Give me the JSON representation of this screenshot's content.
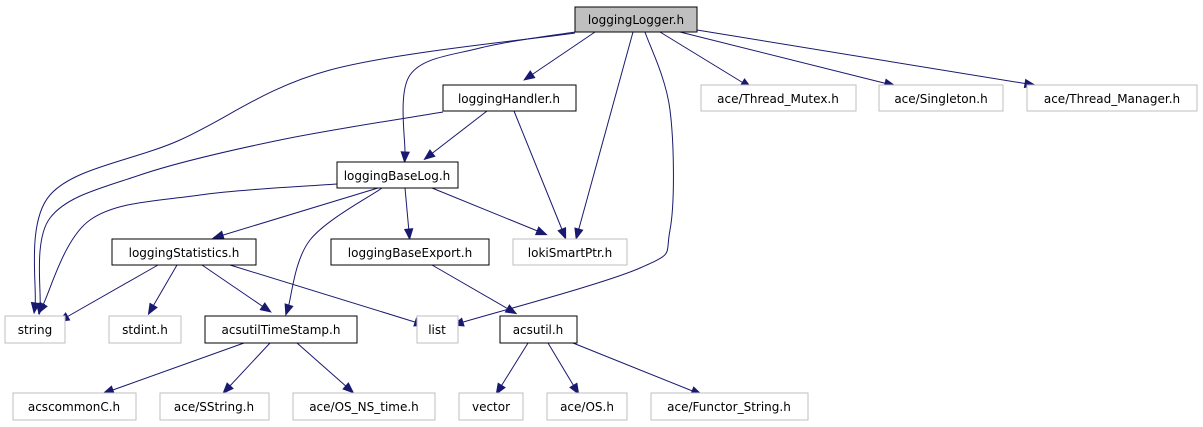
{
  "diagram": {
    "type": "include-dependency-graph",
    "colors": {
      "edge": "#191970",
      "root_fill": "#bfbfbf",
      "root_border": "#000000",
      "documented_border": "#000000",
      "external_border": "#bfbfbf",
      "node_fill": "#ffffff"
    },
    "nodes": [
      {
        "id": "loggingLogger",
        "label": "loggingLogger.h",
        "kind": "root"
      },
      {
        "id": "loggingHandler",
        "label": "loggingHandler.h",
        "kind": "documented"
      },
      {
        "id": "aceThreadMutex",
        "label": "ace/Thread_Mutex.h",
        "kind": "external"
      },
      {
        "id": "aceSingleton",
        "label": "ace/Singleton.h",
        "kind": "external"
      },
      {
        "id": "aceThreadManager",
        "label": "ace/Thread_Manager.h",
        "kind": "external"
      },
      {
        "id": "loggingBaseLog",
        "label": "loggingBaseLog.h",
        "kind": "documented"
      },
      {
        "id": "loggingStatistics",
        "label": "loggingStatistics.h",
        "kind": "documented"
      },
      {
        "id": "loggingBaseExport",
        "label": "loggingBaseExport.h",
        "kind": "documented"
      },
      {
        "id": "lokiSmartPtr",
        "label": "lokiSmartPtr.h",
        "kind": "external"
      },
      {
        "id": "string",
        "label": "string",
        "kind": "external"
      },
      {
        "id": "stdint",
        "label": "stdint.h",
        "kind": "external"
      },
      {
        "id": "acsutilTimeStamp",
        "label": "acsutilTimeStamp.h",
        "kind": "documented"
      },
      {
        "id": "list",
        "label": "list",
        "kind": "external"
      },
      {
        "id": "acsutil",
        "label": "acsutil.h",
        "kind": "documented"
      },
      {
        "id": "acscommonC",
        "label": "acscommonC.h",
        "kind": "external"
      },
      {
        "id": "aceSString",
        "label": "ace/SString.h",
        "kind": "external"
      },
      {
        "id": "aceOSNStime",
        "label": "ace/OS_NS_time.h",
        "kind": "external"
      },
      {
        "id": "vector",
        "label": "vector",
        "kind": "external"
      },
      {
        "id": "aceOS",
        "label": "ace/OS.h",
        "kind": "external"
      },
      {
        "id": "aceFunctorString",
        "label": "ace/Functor_String.h",
        "kind": "external"
      }
    ],
    "edges": [
      {
        "from": "loggingLogger",
        "to": "loggingHandler"
      },
      {
        "from": "loggingLogger",
        "to": "aceThreadMutex"
      },
      {
        "from": "loggingLogger",
        "to": "aceSingleton"
      },
      {
        "from": "loggingLogger",
        "to": "aceThreadManager"
      },
      {
        "from": "loggingLogger",
        "to": "loggingBaseLog"
      },
      {
        "from": "loggingLogger",
        "to": "string"
      },
      {
        "from": "loggingLogger",
        "to": "lokiSmartPtr"
      },
      {
        "from": "loggingLogger",
        "to": "list"
      },
      {
        "from": "loggingHandler",
        "to": "loggingBaseLog"
      },
      {
        "from": "loggingHandler",
        "to": "string"
      },
      {
        "from": "loggingHandler",
        "to": "lokiSmartPtr"
      },
      {
        "from": "loggingBaseLog",
        "to": "string"
      },
      {
        "from": "loggingBaseLog",
        "to": "loggingStatistics"
      },
      {
        "from": "loggingBaseLog",
        "to": "acsutilTimeStamp"
      },
      {
        "from": "loggingBaseLog",
        "to": "loggingBaseExport"
      },
      {
        "from": "loggingBaseLog",
        "to": "lokiSmartPtr"
      },
      {
        "from": "loggingStatistics",
        "to": "string"
      },
      {
        "from": "loggingStatistics",
        "to": "stdint"
      },
      {
        "from": "loggingStatistics",
        "to": "acsutilTimeStamp"
      },
      {
        "from": "loggingStatistics",
        "to": "list"
      },
      {
        "from": "loggingBaseExport",
        "to": "acsutil"
      },
      {
        "from": "acsutilTimeStamp",
        "to": "acscommonC"
      },
      {
        "from": "acsutilTimeStamp",
        "to": "aceSString"
      },
      {
        "from": "acsutilTimeStamp",
        "to": "aceOSNStime"
      },
      {
        "from": "acsutil",
        "to": "vector"
      },
      {
        "from": "acsutil",
        "to": "aceOS"
      },
      {
        "from": "acsutil",
        "to": "aceFunctorString"
      }
    ]
  }
}
